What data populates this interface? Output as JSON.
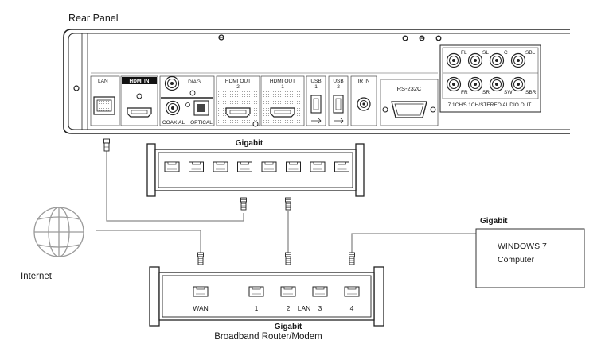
{
  "rear_panel": {
    "title": "Rear Panel",
    "ports": {
      "lan": "LAN",
      "hdmi_in": "HDMI IN",
      "diag": "DIAG.",
      "coaxial": "COAXIAL",
      "optical": "OPTICAL",
      "hdmi_out_2": [
        "HDMI OUT",
        "2"
      ],
      "hdmi_out_1": [
        "HDMI OUT",
        "1"
      ],
      "usb_1": [
        "USB",
        "1"
      ],
      "usb_2": [
        "USB",
        "2"
      ],
      "ir_in": "IR IN",
      "rs232c": "RS-232C"
    },
    "audio_out": {
      "top_row": [
        "FL",
        "SL",
        "C",
        "SBL"
      ],
      "bottom_row": [
        "FR",
        "SR",
        "SW",
        "SBR"
      ],
      "caption": "7.1CH/5.1CH/STEREO AUDIO OUT"
    }
  },
  "switch": {
    "label": "Gigabit",
    "port_count": 8
  },
  "router": {
    "top_label": "Gigabit",
    "bottom_label": "Broadband Router/Modem",
    "ports": [
      "WAN",
      "1",
      "2",
      "3",
      "4"
    ],
    "lan_label": "LAN"
  },
  "internet": {
    "label": "Internet"
  },
  "computer": {
    "link_label": "Gigabit",
    "line1": "WINDOWS 7",
    "line2": "Computer"
  }
}
